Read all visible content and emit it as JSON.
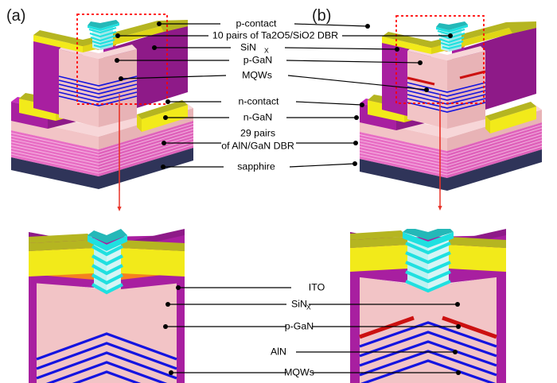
{
  "figure": {
    "panels": [
      {
        "id": "a",
        "label": "(a)"
      },
      {
        "id": "b",
        "label": "(b)"
      }
    ]
  },
  "top_labels": [
    {
      "key": "p_contact",
      "text": "p-contact"
    },
    {
      "key": "dbr_top",
      "text": "10 pairs of Ta2O5/SiO2 DBR"
    },
    {
      "key": "sinx",
      "text": "SiN",
      "sub": "X"
    },
    {
      "key": "p_gan",
      "text": "p-GaN"
    },
    {
      "key": "mqws",
      "text": "MQWs"
    },
    {
      "key": "n_contact",
      "text": "n-contact"
    },
    {
      "key": "n_gan",
      "text": "n-GaN"
    },
    {
      "key": "dbr_bot_1",
      "text": "29 pairs"
    },
    {
      "key": "dbr_bot_2",
      "text": "of AlN/GaN DBR"
    },
    {
      "key": "sapphire",
      "text": "sapphire"
    }
  ],
  "bottom_labels": [
    {
      "key": "ito",
      "text": "ITO"
    },
    {
      "key": "sinx",
      "text": "SiN",
      "sub": "X"
    },
    {
      "key": "p_gan",
      "text": "p-GaN"
    },
    {
      "key": "aln",
      "text": "AlN"
    },
    {
      "key": "mqws",
      "text": "MQWs"
    }
  ],
  "colors": {
    "p_contact_top": "#b5b521",
    "p_contact_face": "#f2ea1a",
    "sinx": "#a81fa0",
    "sinx_dark": "#8e1a88",
    "p_gan": "#f2c4c6",
    "p_gan_dark": "#e8b3b6",
    "mqw_blue": "#1414e0",
    "dbr_cyan": "#1fe0e0",
    "dbr_cyan_light": "#bff2f2",
    "dbr_teal_top": "#24b8b8",
    "ito": "#f5821f",
    "n_gan": "#f2c4c6",
    "aln_gan_dbr": "#e86ec4",
    "sapphire": "#3a3f6b",
    "aln_red": "#cc1111",
    "guide_red": "#ff0000",
    "arrow_red": "#e8352a",
    "leader_black": "#000000"
  }
}
